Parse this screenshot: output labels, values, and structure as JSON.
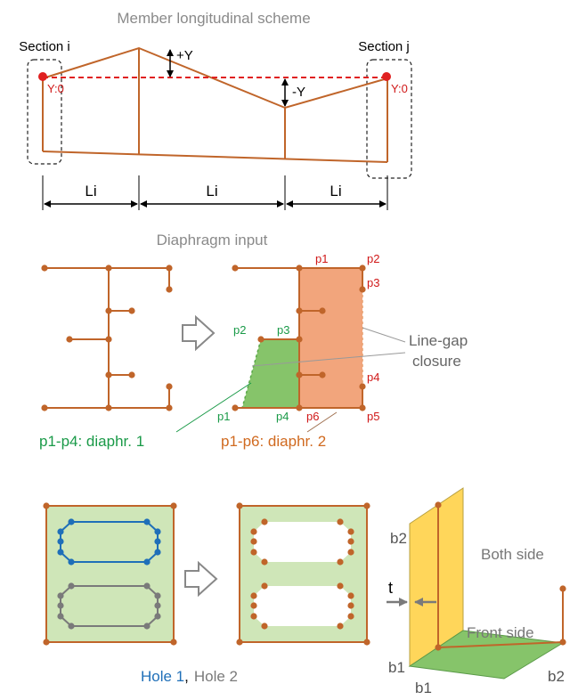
{
  "colors": {
    "member": "#c0652a",
    "red": "#e02020",
    "red_text": "#d01818",
    "green_text": "#1a9a48",
    "orange_text": "#d06a20",
    "blue": "#1f6fb8",
    "gray": "#7a7a7a",
    "gray_text": "#8a8a8a",
    "orange_fill": "#f2a57c",
    "green_fill": "#86c46a",
    "light_green": "#cfe6b8",
    "yellow": "#ffd65a"
  },
  "section1": {
    "title": "Member longitudinal scheme",
    "section_i": "Section i",
    "section_j": "Section j",
    "y0_left": "Y:0",
    "y0_right": "Y:0",
    "plus_y": "+Y",
    "minus_y": "-Y",
    "li_labels": [
      "Li",
      "Li",
      "Li"
    ]
  },
  "section2": {
    "title": "Diaphragm input",
    "red_points": [
      "p1",
      "p2",
      "p3",
      "p4",
      "p5",
      "p6"
    ],
    "green_points": [
      "p2",
      "p3",
      "p1",
      "p4"
    ],
    "closure_line1": "Line-gap",
    "closure_line2": "closure",
    "diaphr1": "p1-p4: diaphr. 1",
    "diaphr2": "p1-p6: diaphr. 2"
  },
  "section3": {
    "hole1": "Hole 1",
    "hole_sep": ",",
    "hole2": "Hole 2",
    "b2_top": "b2",
    "t_label": "t",
    "both_side": "Both side",
    "front_side": "Front side",
    "b1_left": "b1",
    "b1_bottom": "b1",
    "b2_right": "b2"
  }
}
